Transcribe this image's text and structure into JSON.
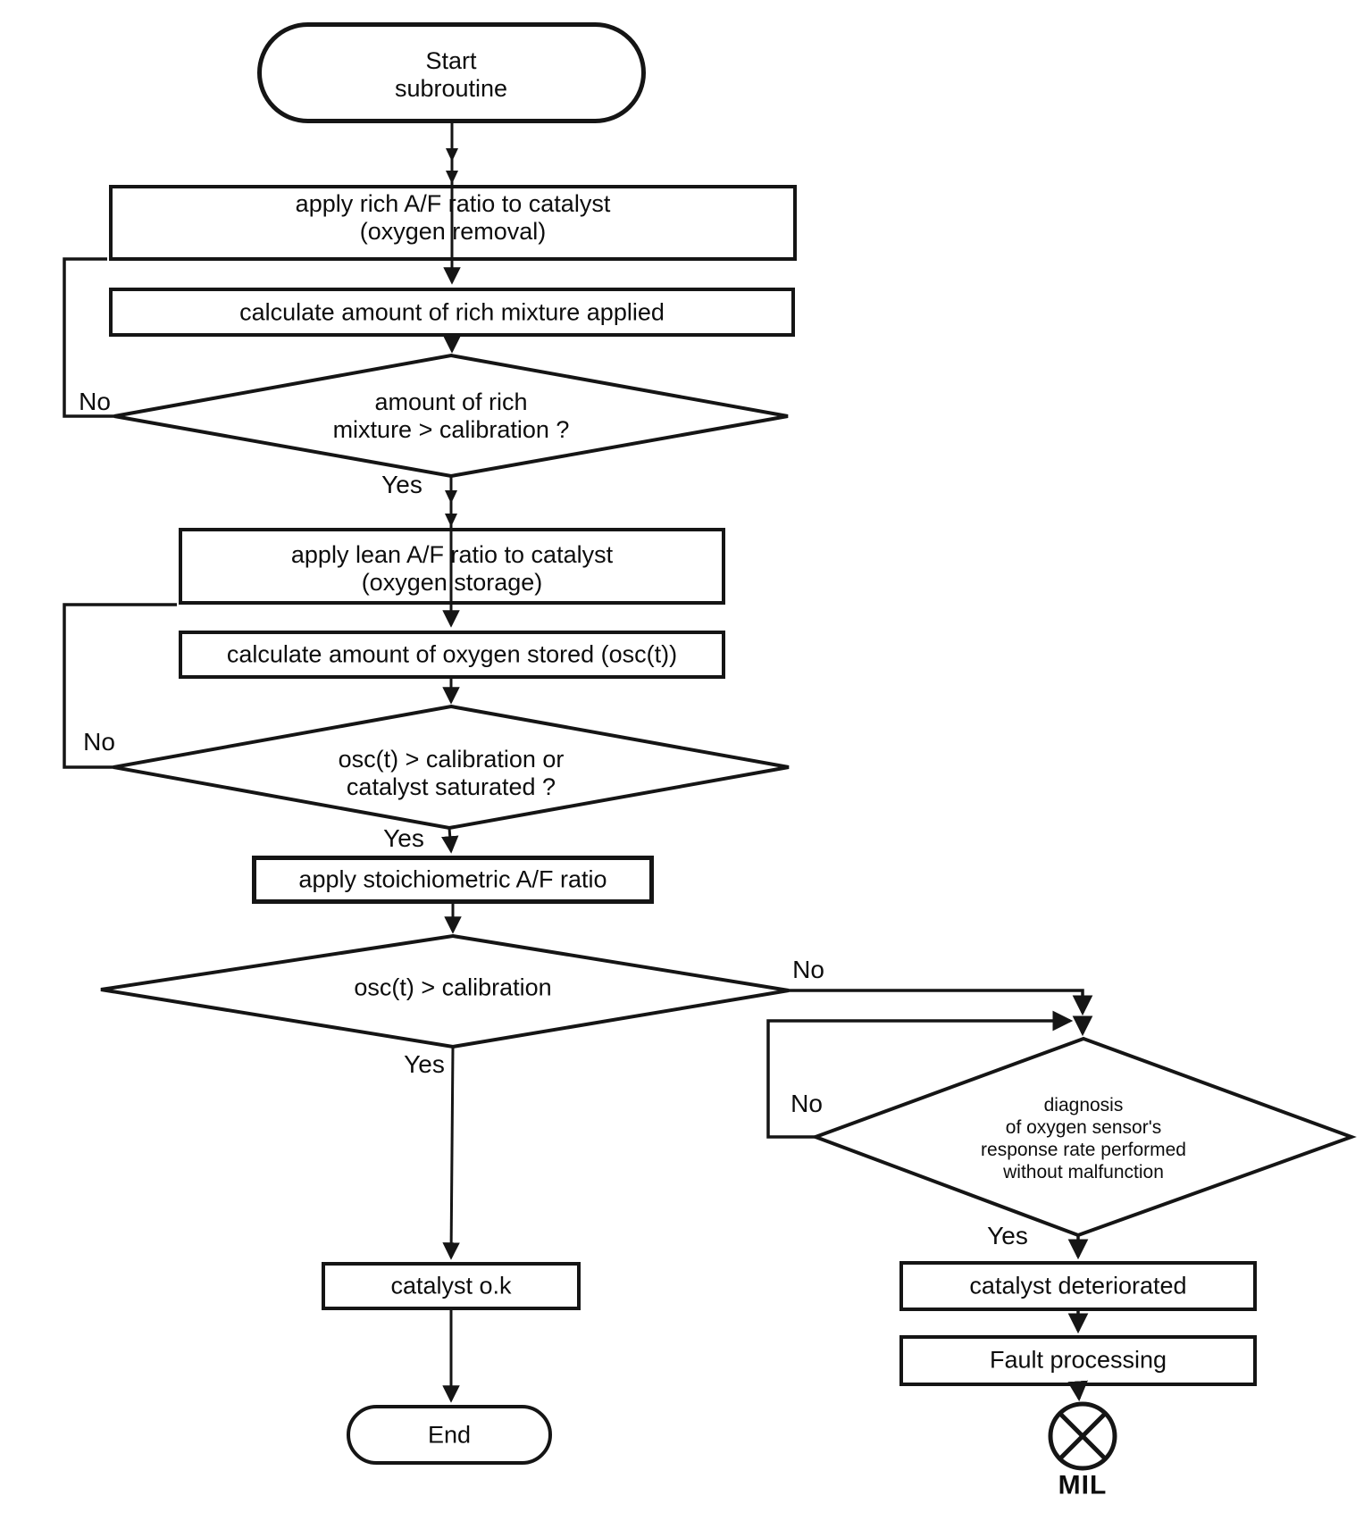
{
  "figure": {
    "kind": "flowchart",
    "background": "#ffffff",
    "ink": "#111111"
  },
  "nodes": {
    "start": {
      "type": "terminator",
      "line1": "Start",
      "line2": "subroutine"
    },
    "apply_rich": {
      "type": "process",
      "line1": "apply rich A/F ratio to catalyst",
      "line2": "(oxygen removal)"
    },
    "calc_rich": {
      "type": "process",
      "label": "calculate amount of rich mixture applied"
    },
    "decision_rich_amount": {
      "type": "decision",
      "line1": "amount of rich",
      "line2": "mixture > calibration ?"
    },
    "apply_lean": {
      "type": "process",
      "line1": "apply lean A/F ratio to catalyst",
      "line2": "(oxygen storage)"
    },
    "calc_oxygen_stored": {
      "type": "process",
      "label": "calculate amount of oxygen stored (osc(t))"
    },
    "decision_osc_or_saturated": {
      "type": "decision",
      "line1": "osc(t) > calibration or",
      "line2": "catalyst saturated ?"
    },
    "apply_stoichiometric": {
      "type": "process",
      "label": "apply stoichiometric A/F ratio"
    },
    "decision_osc": {
      "type": "decision",
      "label": "osc(t) > calibration"
    },
    "decision_diagnosis": {
      "type": "decision",
      "line1": "diagnosis",
      "line2": "of oxygen sensor's",
      "line3": "response rate performed",
      "line4": "without malfunction"
    },
    "catalyst_ok": {
      "type": "process",
      "label": "catalyst o.k"
    },
    "end": {
      "type": "terminator",
      "label": "End"
    },
    "catalyst_deteriorated": {
      "type": "process",
      "label": "catalyst deteriorated"
    },
    "fault_processing": {
      "type": "process",
      "label": "Fault processing"
    },
    "mil": {
      "type": "indicator-lamp",
      "label": "MIL"
    }
  },
  "edge_labels": {
    "rich_no": "No",
    "rich_yes": "Yes",
    "osc_sat_no": "No",
    "osc_sat_yes": "Yes",
    "osc_no": "No",
    "osc_yes": "Yes",
    "diagnosis_no": "No",
    "diagnosis_yes": "Yes"
  }
}
